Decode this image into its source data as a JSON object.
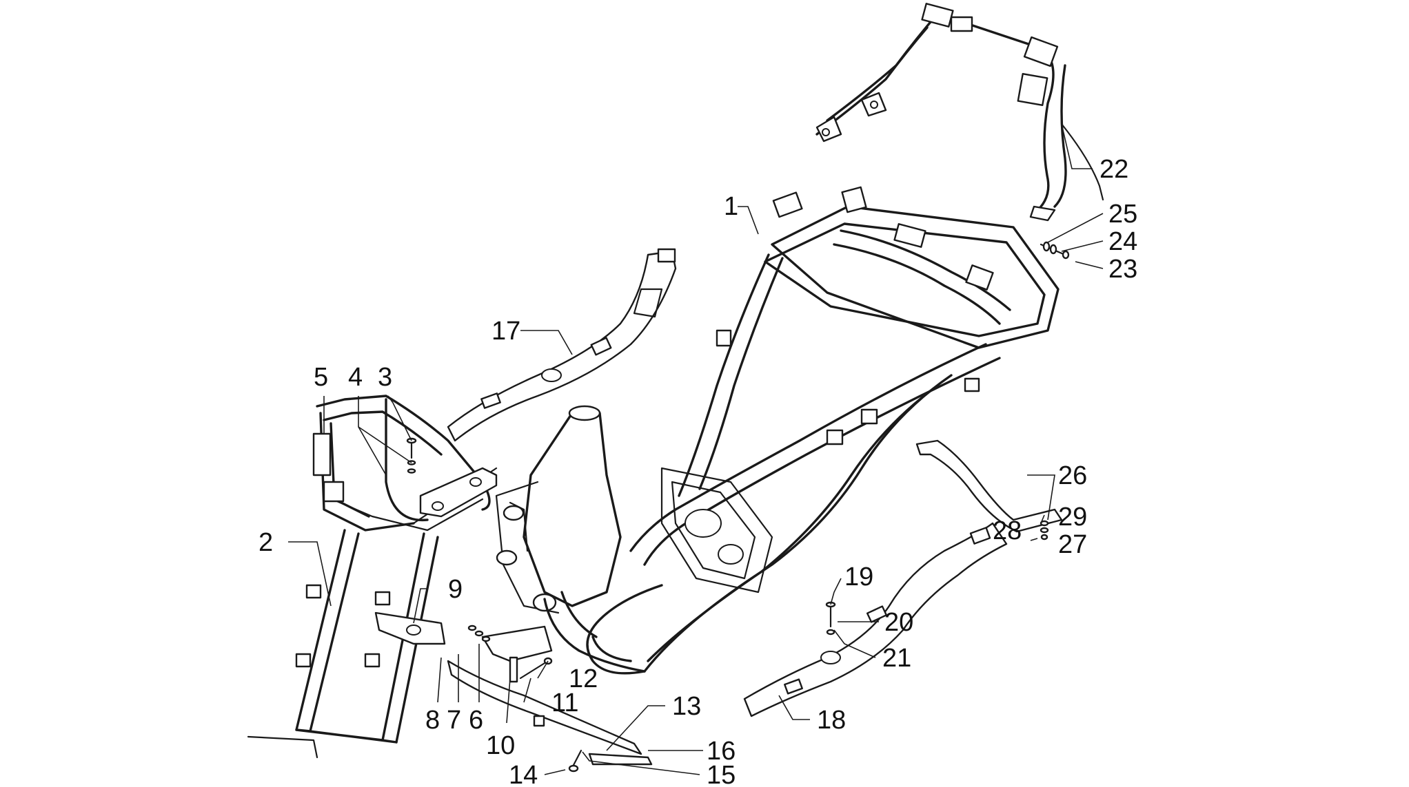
{
  "callouts": [
    {
      "id": "1",
      "text": "1"
    },
    {
      "id": "2",
      "text": "2"
    },
    {
      "id": "3",
      "text": "3"
    },
    {
      "id": "4",
      "text": "4"
    },
    {
      "id": "5",
      "text": "5"
    },
    {
      "id": "6",
      "text": "6"
    },
    {
      "id": "7",
      "text": "7"
    },
    {
      "id": "8",
      "text": "8"
    },
    {
      "id": "9",
      "text": "9"
    },
    {
      "id": "10",
      "text": "10"
    },
    {
      "id": "11",
      "text": "11"
    },
    {
      "id": "12",
      "text": "12"
    },
    {
      "id": "13",
      "text": "13"
    },
    {
      "id": "14",
      "text": "14"
    },
    {
      "id": "15",
      "text": "15"
    },
    {
      "id": "16",
      "text": "16"
    },
    {
      "id": "17",
      "text": "17"
    },
    {
      "id": "18",
      "text": "18"
    },
    {
      "id": "19",
      "text": "19"
    },
    {
      "id": "20",
      "text": "20"
    },
    {
      "id": "21",
      "text": "21"
    },
    {
      "id": "22",
      "text": "22"
    },
    {
      "id": "23",
      "text": "23"
    },
    {
      "id": "24",
      "text": "24"
    },
    {
      "id": "25",
      "text": "25"
    },
    {
      "id": "26",
      "text": "26"
    },
    {
      "id": "27",
      "text": "27"
    },
    {
      "id": "28",
      "text": "28"
    },
    {
      "id": "29",
      "text": "29"
    }
  ],
  "colors": {
    "line": "#1a1a1a",
    "background": "#ffffff"
  }
}
